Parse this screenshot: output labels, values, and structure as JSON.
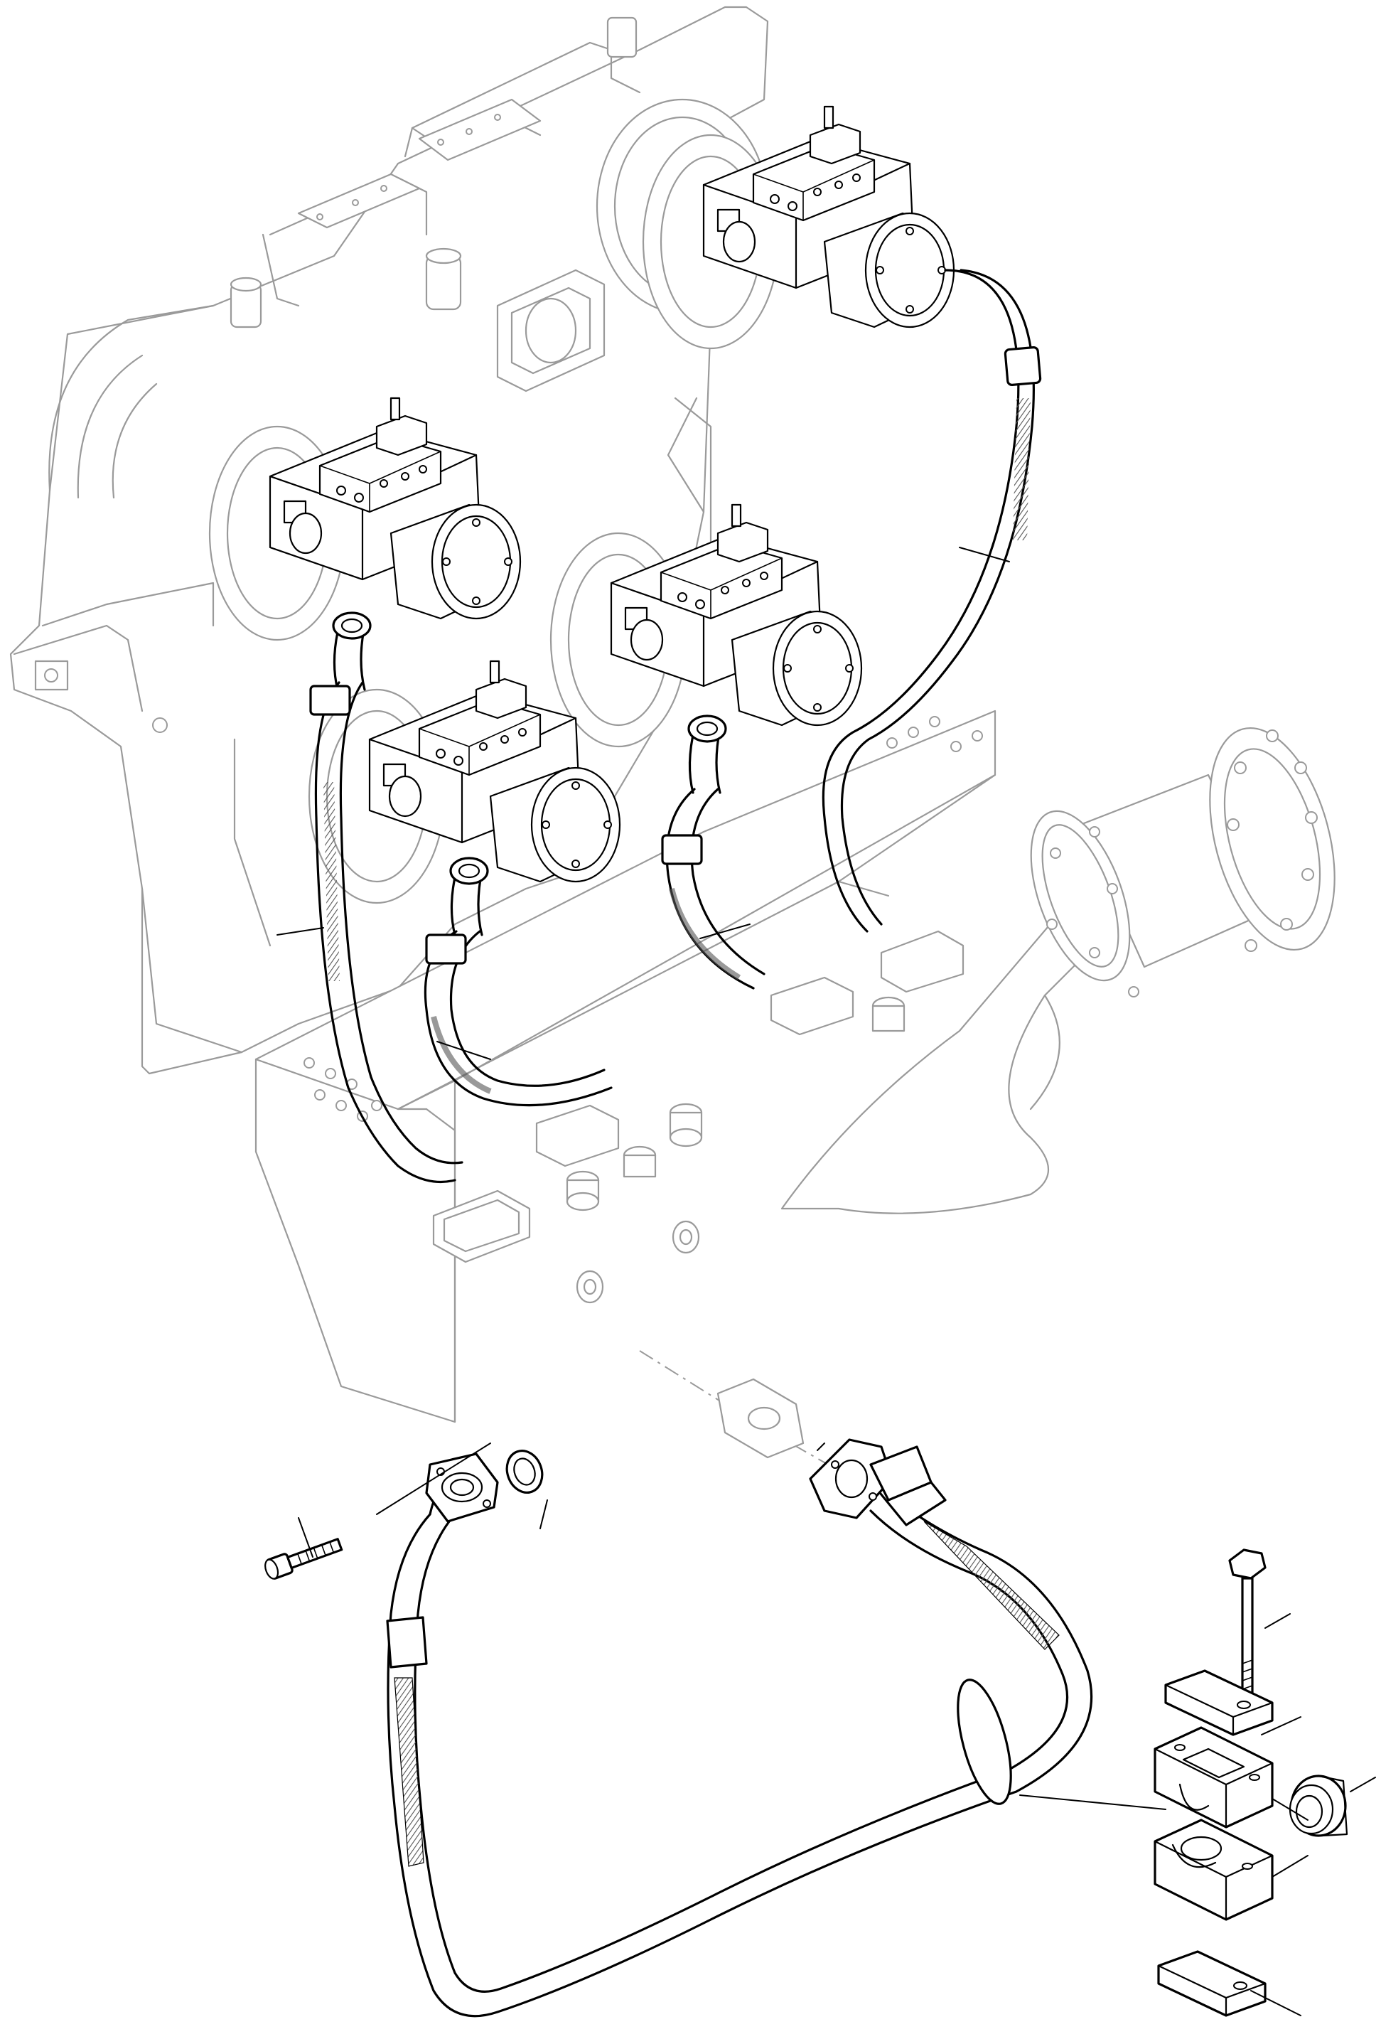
{
  "diagram": {
    "groups": [
      "transmission-housing",
      "pump-assembly",
      "pump-frame",
      "output-flange",
      "hose-lines",
      "hose-detail",
      "fasteners",
      "clamp-assembly"
    ],
    "leader_lines": 13,
    "colors": {
      "ink": "#000000",
      "ghost": "#9a9a9a",
      "background": "#ffffff"
    }
  }
}
